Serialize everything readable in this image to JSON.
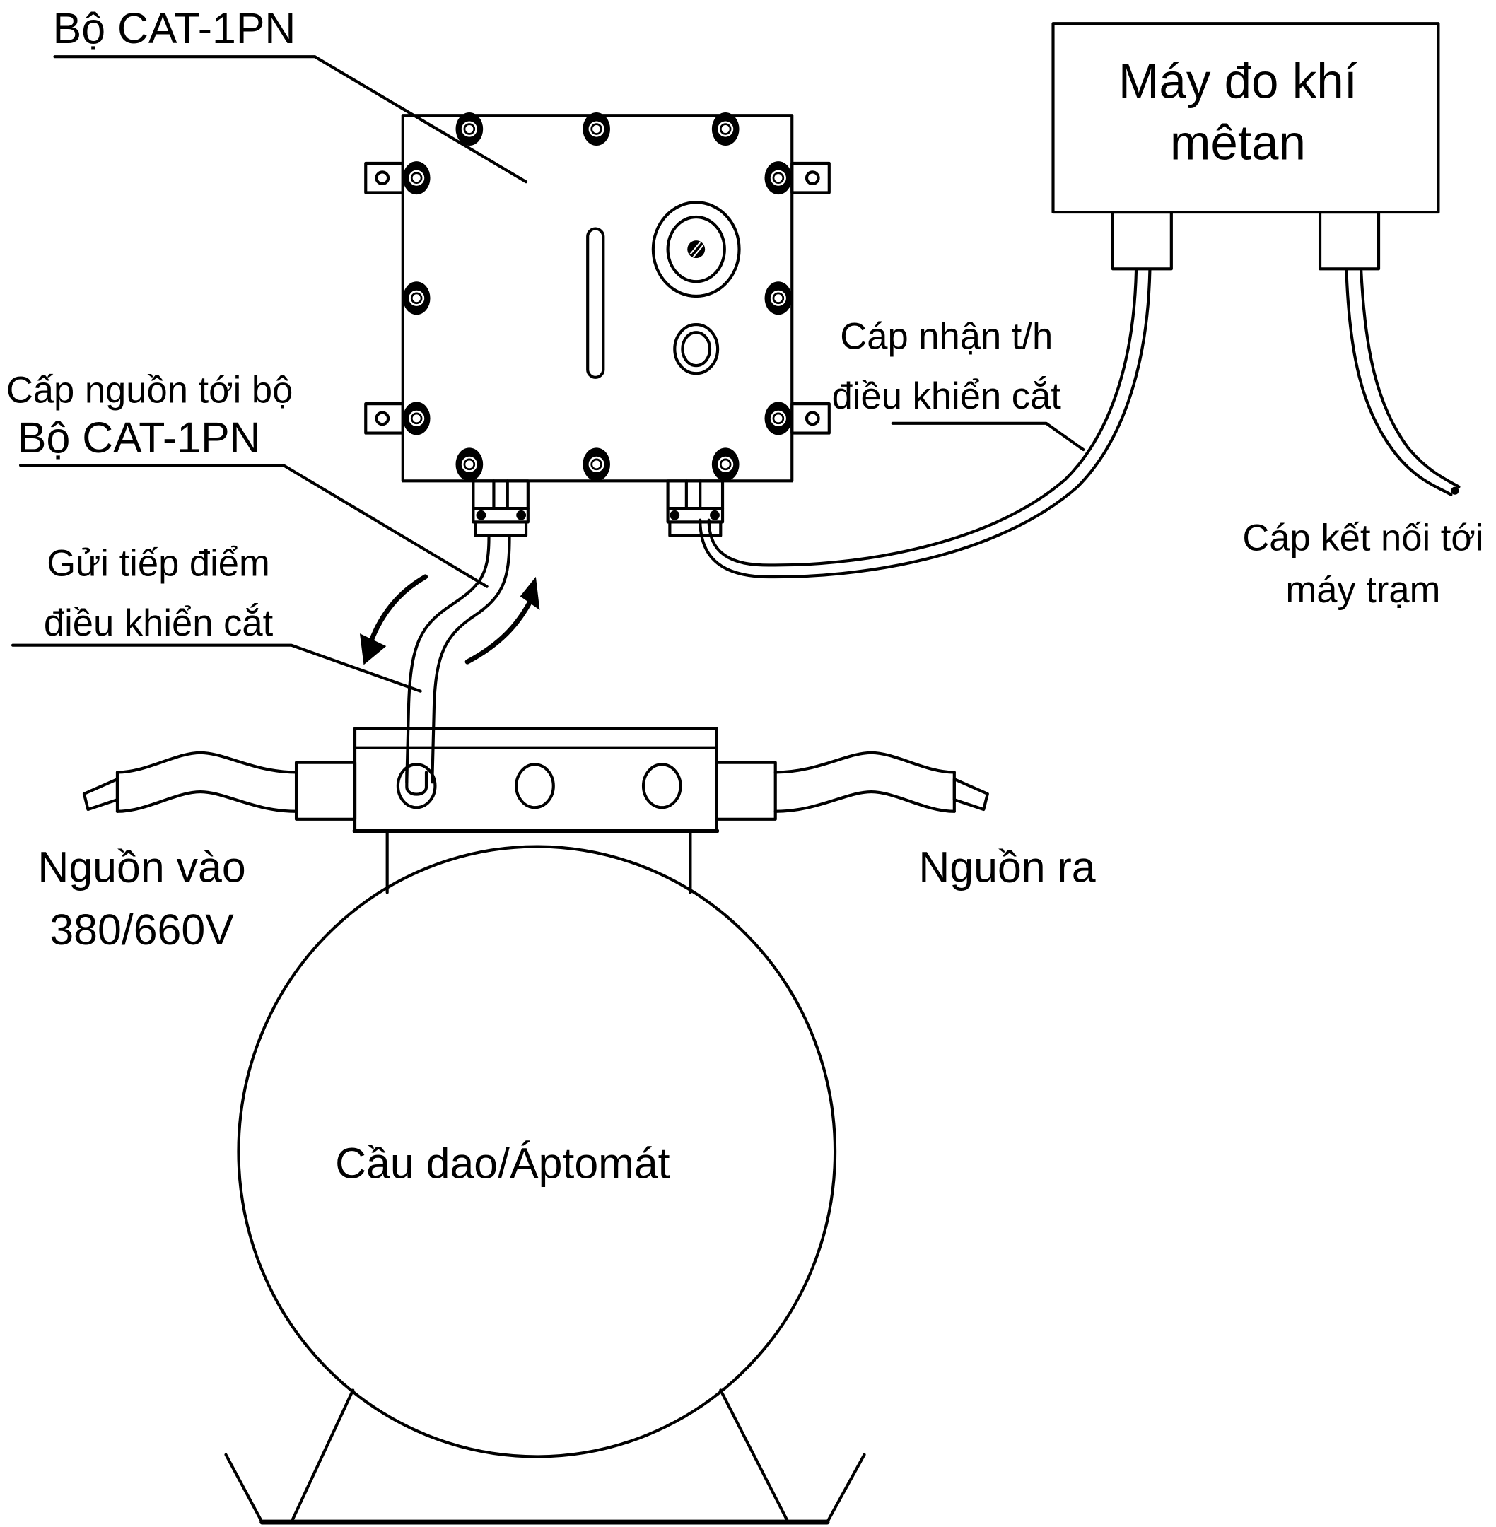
{
  "diagram": {
    "title_label": "Bộ CAT-1PN",
    "methane_meter": {
      "line1": "Máy đo khí",
      "line2": "mêtan"
    },
    "signal_cable": {
      "line1": "Cáp nhận t/h",
      "line2": "điều khiển cắt"
    },
    "station_cable": {
      "line1": "Cáp kết nối tới",
      "line2": "máy trạm"
    },
    "power_cable": {
      "line1": "Cấp nguồn tới bộ",
      "line2": "Bộ CAT-1PN"
    },
    "trip_contact": {
      "line1": "Gửi tiếp điểm",
      "line2": "điều khiển cắt"
    },
    "power_in": {
      "line1": "Nguồn vào",
      "line2": "380/660V"
    },
    "power_out": {
      "line1": "Nguồn ra"
    },
    "breaker_label": "Cầu dao/Áptomát",
    "colors": {
      "stroke": "#000000",
      "background": "#ffffff"
    }
  }
}
